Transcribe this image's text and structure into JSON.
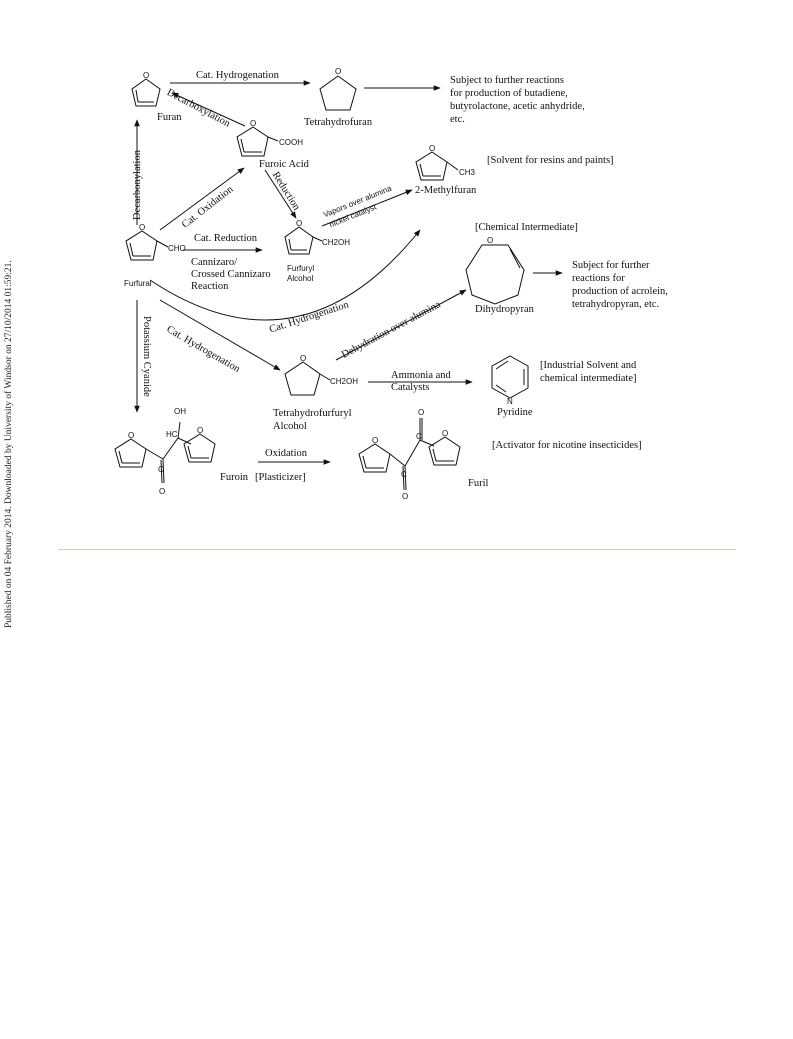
{
  "sidebar_text": "Published on 04 February 2014. Downloaded by University of Windsor on 27/10/2014 01:59:21.",
  "atoms": {
    "o": "O",
    "n": "N",
    "c": "C",
    "oh": "OH",
    "hc": "HC"
  },
  "compounds": {
    "furan": "Furan",
    "thf": "Tetrahydrofuran",
    "furoic": "Furoic Acid",
    "cooh": "COOH",
    "methylfuran": "2-Methylfuran",
    "ch3": "CH3",
    "furfural": "Furfural",
    "cho": "CHO",
    "furfuryl": "Furfuryl",
    "alcohol": "Alcohol",
    "ch2oh": "CH2OH",
    "dihydropyran": "Dihydropyran",
    "thfa1": "Tetrahydrofurfuryl",
    "thfa2": "Alcohol",
    "pyridine": "Pyridine",
    "furoin": "Furoin",
    "plasticizer": "[Plasticizer]",
    "furil": "Furil"
  },
  "reactions": {
    "cat_hydrogenation_top": "Cat. Hydrogenation",
    "decarboxylation": "Decarboxylation",
    "decarbonylation": "Decarbonylation",
    "cat_oxidation": "Cat. Oxidation",
    "reduction": "Reduction",
    "vapors1": "Vapors over alumina",
    "vapors2": "nickel catalyst",
    "cat_reduction": "Cat. Reduction",
    "cannizaro1": "Cannizaro/",
    "cannizaro2": "Crossed Cannizaro",
    "cannizaro3": "Reaction",
    "cat_hydrogenation_curve": "Cat. Hydrogenation",
    "cat_hydrogenation_diag": "Cat. Hydrogenation",
    "dehydration": "Dehydration over alumina",
    "ammonia1": "Ammonia and",
    "ammonia2": "Catalysts",
    "potassium_cyanide": "Potassium Cyanide",
    "oxidation": "Oxidation"
  },
  "notes": {
    "thf_use1": "Subject to further reactions",
    "thf_use2": "for production of butadiene,",
    "thf_use3": "butyrolactone, acetic anhydride,",
    "thf_use4": "etc.",
    "solvent_resins": "[Solvent for resins and paints]",
    "chemical_intermediate": "[Chemical Intermediate]",
    "dhp_use1": "Subject for further",
    "dhp_use2": "reactions for",
    "dhp_use3": "production of acrolein,",
    "dhp_use4": "tetrahydropyran, etc.",
    "pyridine_use1": "[Industrial Solvent and",
    "pyridine_use2": "chemical intermediate]",
    "activator": "[Activator for nicotine insecticides]"
  }
}
